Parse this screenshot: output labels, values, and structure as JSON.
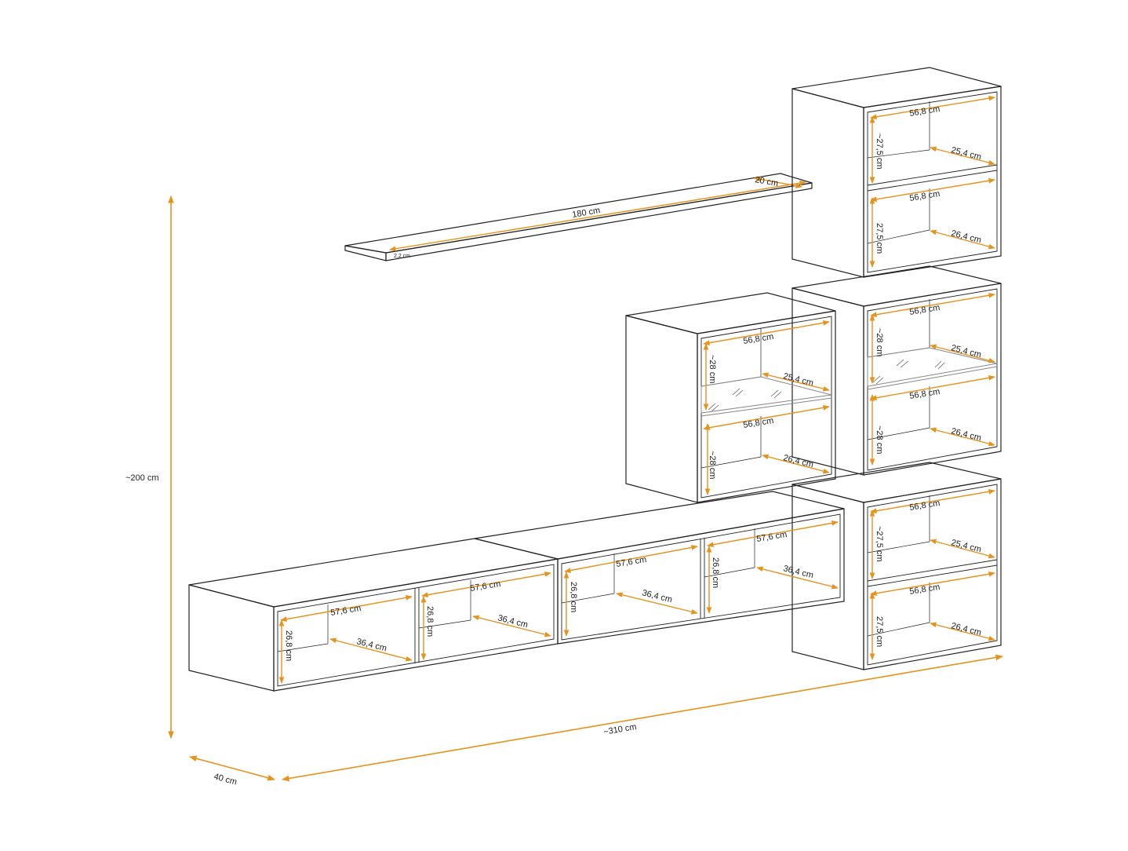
{
  "overall": {
    "height": "~200 cm",
    "width": "~310 cm",
    "depth": "40 cm"
  },
  "shelf": {
    "length": "180 cm",
    "depth": "20 cm",
    "thickness": "2,2 cm"
  },
  "wall_cube_top": {
    "top_width": "56,8 cm",
    "top_height": "~27,5 cm",
    "top_depth": "25,4 cm",
    "bottom_width": "56,8 cm",
    "bottom_height": "27,5 cm",
    "bottom_depth": "26,4 cm"
  },
  "glass_cube_middle": {
    "top_width": "56,8 cm",
    "top_height": "~28 cm",
    "top_depth": "25,4 cm",
    "bottom_width": "56,8 cm",
    "bottom_height": "~28 cm",
    "bottom_depth": "26,4 cm"
  },
  "wall_cube_bottom": {
    "top_width": "56,8 cm",
    "top_height": "~27,5 cm",
    "top_depth": "25,4 cm",
    "bottom_width": "56,8 cm",
    "bottom_height": "27,5 cm",
    "bottom_depth": "26,4 cm"
  },
  "glass_cube_center": {
    "top_width": "56,8 cm",
    "top_height": "~28 cm",
    "top_depth": "25,4 cm",
    "bottom_width": "56,8 cm",
    "bottom_height": "~28 cm",
    "bottom_depth": "26,4 cm"
  },
  "tv_unit_left": {
    "width_1": "57,6 cm",
    "height_1": "26,8 cm",
    "depth_1": "36,4 cm",
    "width_2": "57,6 cm",
    "height_2": "26,8 cm",
    "depth_2": "36,4 cm"
  },
  "tv_unit_right": {
    "width_1": "57,6 cm",
    "height_1": "26,8 cm",
    "depth_1": "36,4 cm",
    "width_2": "57,6 cm",
    "height_2": "26,8 cm",
    "depth_2": "36,4 cm"
  },
  "colors": {
    "outline": "#222222",
    "dimension": "#e8921a",
    "glass": "#888888"
  }
}
